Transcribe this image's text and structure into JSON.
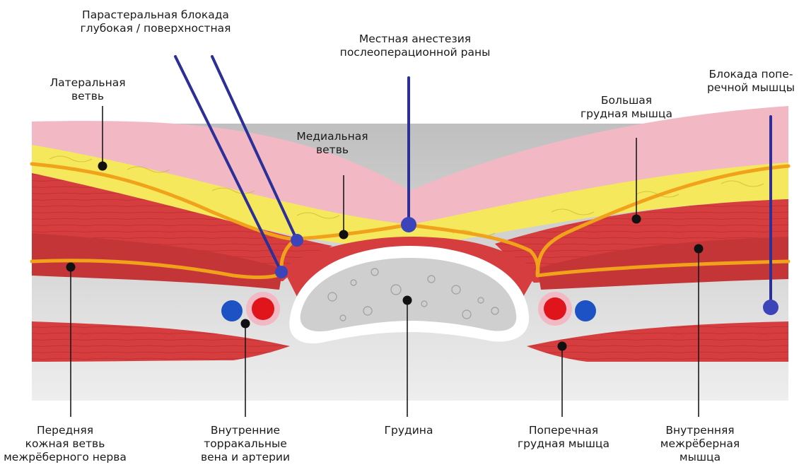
{
  "labels": {
    "parasternal": [
      "Парастеральная блокада",
      "глубокая / поверхностная"
    ],
    "local_anesthesia": [
      "Местная анестезия",
      "послеоперационной раны"
    ],
    "lateral_branch": [
      "Латеральная",
      "ветвь"
    ],
    "medial_branch": [
      "Медиальная",
      "ветвь"
    ],
    "transversus_block": [
      "Блокада попе-",
      "речной мышцы"
    ],
    "pectoralis_major": [
      "Большая",
      "грудная мышца"
    ],
    "anterior_cutaneous": [
      "Передняя",
      "кожная ветвь",
      "межрёберного нерва"
    ],
    "internal_thoracic": [
      "Внутренние",
      "торракальные",
      "вена и артерии"
    ],
    "sternum": [
      "Грудина"
    ],
    "transversus_thoracis": [
      "Поперечная",
      "грудная мышца"
    ],
    "internal_intercostal": [
      "Внутренняя",
      "межрёберная",
      "мышца"
    ]
  },
  "colors": {
    "skin": "#f2b9c4",
    "fat": "#f6e85c",
    "muscle": "#d63d3f",
    "nerve": "#f0a21b",
    "needle": "#2b2f97",
    "bone": "#cfcfcf",
    "artery": "#e0151c",
    "vein": "#1d52c4",
    "pleura": "#c9c9c9"
  }
}
